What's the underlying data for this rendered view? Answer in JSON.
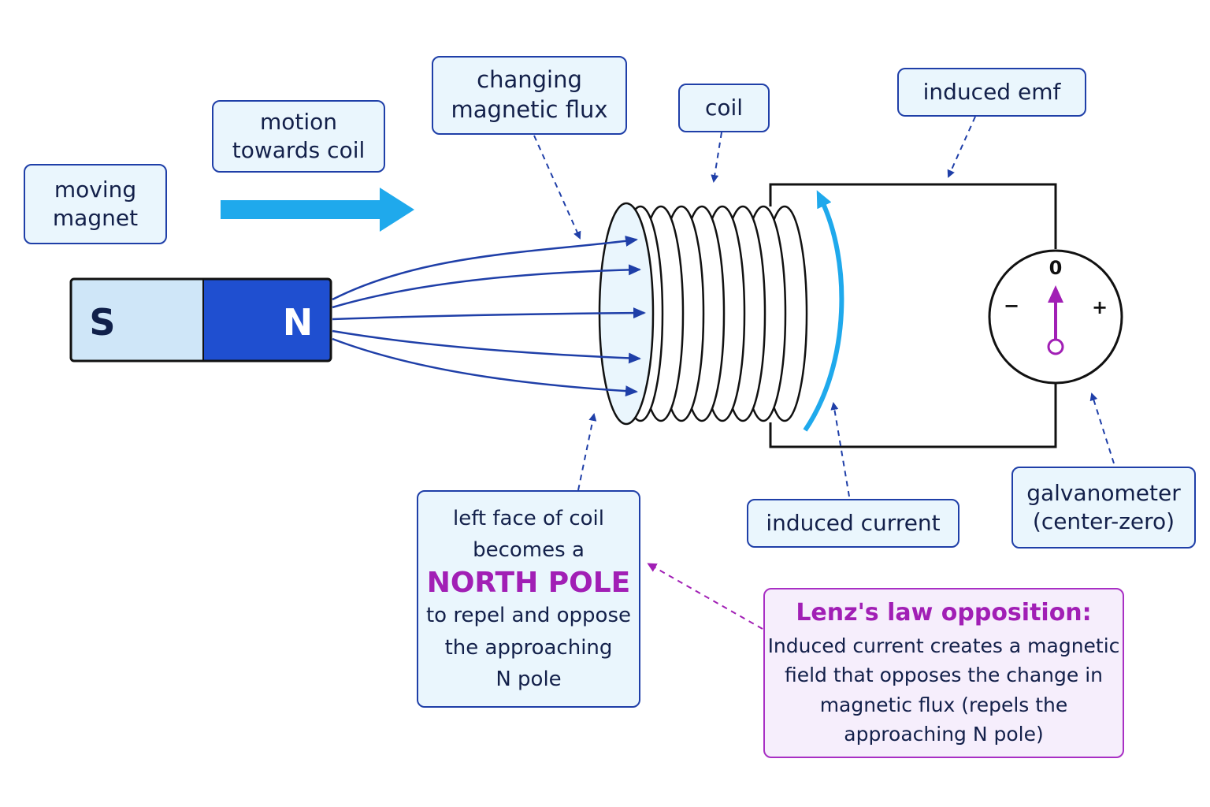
{
  "labels": {
    "moving_magnet": [
      "moving",
      "magnet"
    ],
    "motion": [
      "motion",
      "towards coil"
    ],
    "flux": [
      "changing",
      "magnetic flux"
    ],
    "coil": "coil",
    "emf": "induced emf",
    "current": "induced current",
    "galvanometer": [
      "galvanometer",
      "(center-zero)"
    ],
    "pole_note": {
      "before": [
        "left face of coil",
        "becomes a"
      ],
      "emphasis": "NORTH POLE",
      "after": [
        "to repel and oppose",
        "the approaching",
        "N pole"
      ]
    },
    "lenz": {
      "title": "Lenz's law opposition:",
      "body": [
        "Induced current creates a magnetic",
        "field that opposes the change in",
        "magnetic flux (repels the",
        "approaching N pole)"
      ]
    }
  },
  "magnet": {
    "south": "S",
    "north": "N"
  },
  "galvanometer_scale": {
    "zero": "0",
    "minus": "−",
    "plus": "+"
  },
  "colors": {
    "box_border": "#1f3fa8",
    "box_fill": "#eaf6fd",
    "accent_purple": "#a11fb5",
    "motion_arrow": "#1fa9ec",
    "magnet_north": "#1f4fd0",
    "magnet_south": "#cfe6f8",
    "field_lines": "#1f3fa8"
  }
}
